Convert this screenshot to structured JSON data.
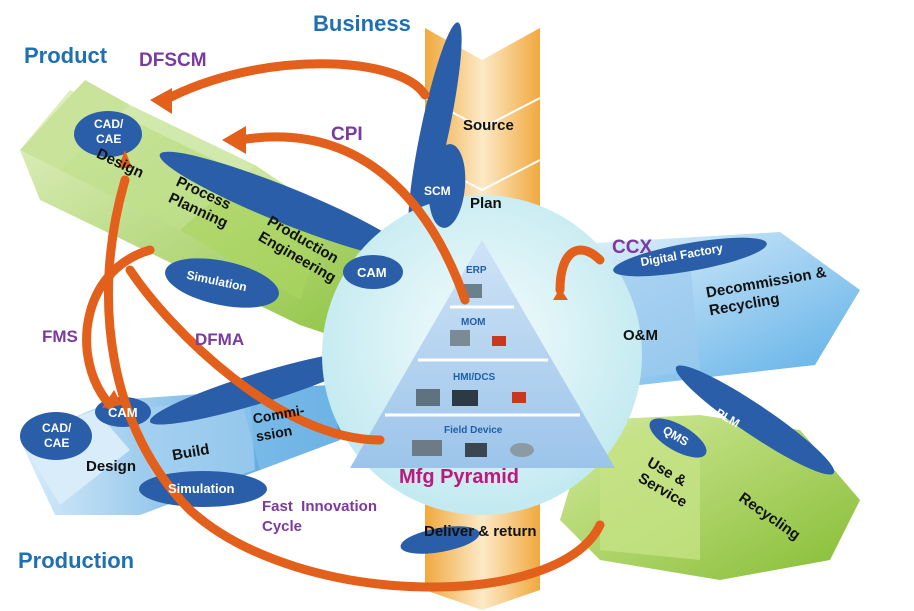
{
  "corners": {
    "product": "Product",
    "business": "Business",
    "production": "Production"
  },
  "arrows": {
    "dfscm": "DFSCM",
    "cpi": "CPI",
    "ccx": "CCX",
    "fms": "FMS",
    "dfma": "DFMA",
    "fast_innovation_cycle": "Fast  Innovation\nCycle"
  },
  "product_stages": {
    "cad_cae": "CAD/\nCAE",
    "design": "Design",
    "process_planning": "Process\nPlanning",
    "production_engineering": "Production\nEngineering",
    "simulation": "Simulation",
    "cam": "CAM"
  },
  "business_stages": {
    "source": "Source",
    "plan": "Plan",
    "scm": "SCM",
    "deliver_return": "Deliver & return"
  },
  "production_stages": {
    "cad_cae": "CAD/\nCAE",
    "cam": "CAM",
    "design": "Design",
    "build": "Build",
    "commission": "Commi-\nssion",
    "simulation": "Simulation"
  },
  "lifecycle_stages": {
    "digital_factory": "Digital Factory",
    "decommission": "Decommission &\nRecycling",
    "om": "O&M",
    "plm": "PLM",
    "qms": "QMS",
    "use_service": "Use &\nService",
    "recycling": "Recycling"
  },
  "pyramid": {
    "erp": "ERP",
    "mom": "MOM",
    "hmi_dcs": "HMI/DCS",
    "field_device": "Field Device",
    "title": "Mfg Pyramid"
  },
  "colors": {
    "green_band": "#9fce4a",
    "green_light": "#d7ebb0",
    "blue_band": "#58a8e0",
    "blue_light": "#cfe6f7",
    "ellipse": "#2a5ea8",
    "arrow_orange": "#e2601b",
    "orange_band": "#f3b24d",
    "circle": "#cdeef3"
  }
}
